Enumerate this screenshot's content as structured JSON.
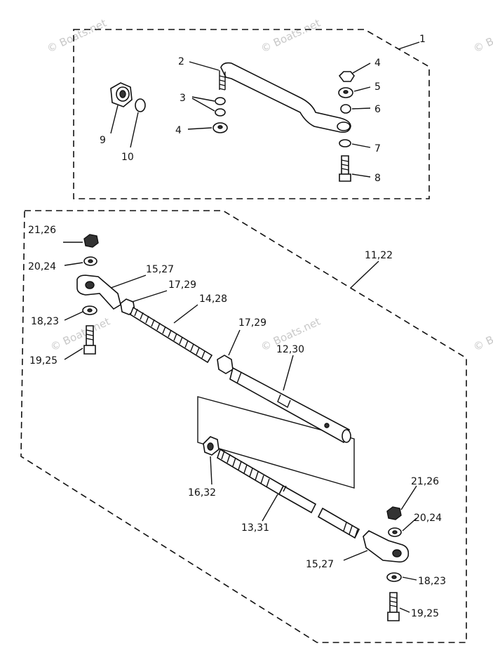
{
  "watermark": "© Boats.net",
  "labels": {
    "l1": "1",
    "l2": "2",
    "l3": "3",
    "l4a": "4",
    "l4b": "4",
    "l5": "5",
    "l6": "6",
    "l7": "7",
    "l8": "8",
    "l9": "9",
    "l10": "10",
    "l11_22": "11,22",
    "l12_30": "12,30",
    "l13_31": "13,31",
    "l14_28": "14,28",
    "l15_27a": "15,27",
    "l15_27b": "15,27",
    "l16_32": "16,32",
    "l17_29a": "17,29",
    "l17_29b": "17,29",
    "l18_23a": "18,23",
    "l18_23b": "18,23",
    "l19_25a": "19,25",
    "l19_25b": "19,25",
    "l20_24a": "20,24",
    "l20_24b": "20,24",
    "l21_26a": "21,26",
    "l21_26b": "21,26"
  }
}
